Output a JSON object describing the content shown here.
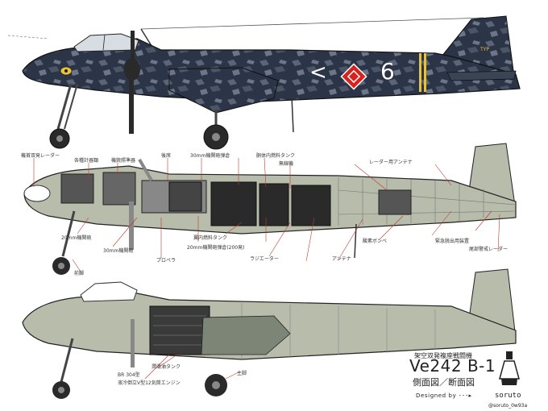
{
  "title": {
    "subtitle": "架空双発複座戦闘機",
    "model": "Ve242 B-1",
    "views": "側面図／断面図",
    "designed_by": "Designed by ･･･▸",
    "author": "soruto",
    "author_handle": "@soruto_0w93a"
  },
  "markings": {
    "code_letter": "6",
    "chevron": "<",
    "tail_code": "TYP"
  },
  "callouts": [
    {
      "id": "radar",
      "text": "機首双発レーダー"
    },
    {
      "id": "mg-cockpit",
      "text": "各種計器類"
    },
    {
      "id": "gunsight",
      "text": "機銃照準器"
    },
    {
      "id": "seat",
      "text": "後席"
    },
    {
      "id": "cannon-ammo",
      "text": "30mm機関砲弾倉"
    },
    {
      "id": "fuel-tanks",
      "text": "胴体内燃料タンク"
    },
    {
      "id": "radio",
      "text": "無線機"
    },
    {
      "id": "antenna",
      "text": "レーダー用アンテナ"
    },
    {
      "id": "oxygen",
      "text": "酸素ボンベ"
    },
    {
      "id": "mg-mount",
      "text": "20mm機関砲"
    },
    {
      "id": "cannon2",
      "text": "30mm機関砲"
    },
    {
      "id": "ammo2",
      "text": "20mm機関砲弾倉(200発)"
    },
    {
      "id": "wing-tank",
      "text": "翼内燃料タンク"
    },
    {
      "id": "radiator",
      "text": "ラジエーター"
    },
    {
      "id": "ant2",
      "text": "緊急脱出用装置"
    },
    {
      "id": "ant3",
      "text": "尾部警戒レーダー"
    },
    {
      "id": "nose-gear",
      "text": "前脚"
    },
    {
      "id": "main-gear",
      "text": "主脚"
    },
    {
      "id": "engine",
      "text": "液冷倒立V型12気筒エンジン"
    },
    {
      "id": "oil-tank",
      "text": "潤滑油タンク"
    },
    {
      "id": "exhaust",
      "text": "BR 304型"
    },
    {
      "id": "prop",
      "text": "プロペラ"
    },
    {
      "id": "can-ant",
      "text": "アンテナ"
    }
  ],
  "colors": {
    "camo_dark": "#2c3547",
    "camo_mid": "#4a5566",
    "camo_light": "#6b7687",
    "red": "#d6231f",
    "cutaway_grey": "#b7bcab",
    "tank_dark": "#2a2a2a"
  }
}
